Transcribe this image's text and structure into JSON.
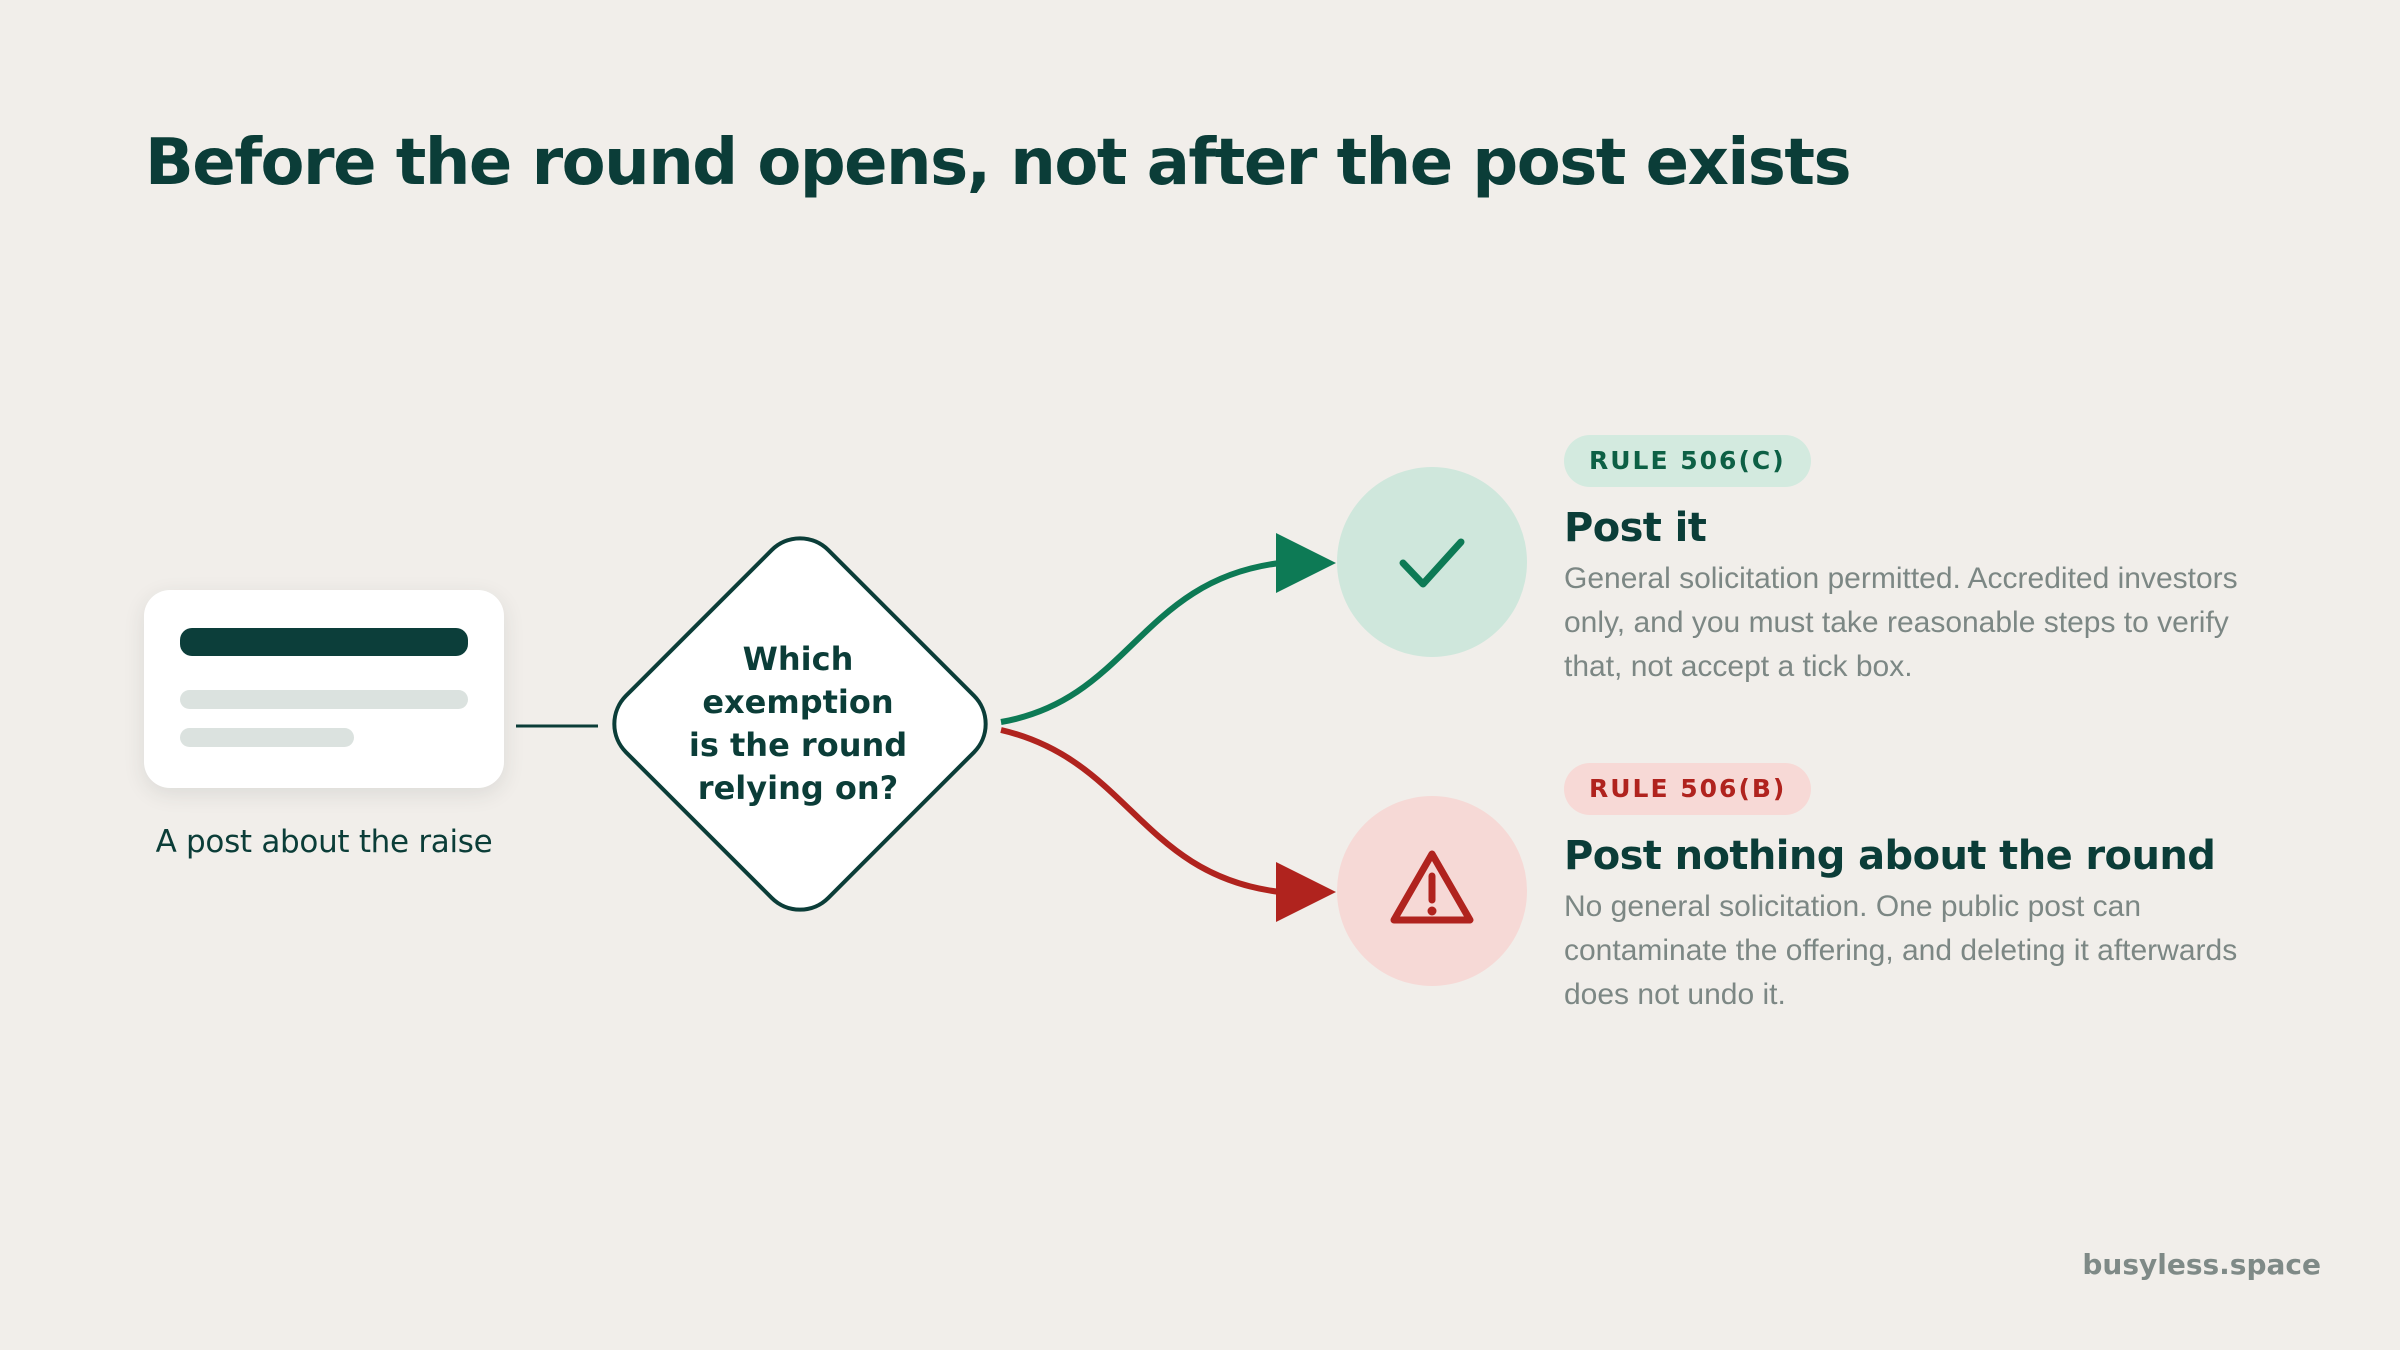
{
  "title": "Before the round opens, not after the post exists",
  "source_node": {
    "caption": "A post about the raise"
  },
  "decision": {
    "question": "Which\nexemption\nis the round\nrelying on?"
  },
  "outcomes": [
    {
      "badge": "RULE 506(C)",
      "title": "Post it",
      "description": "General solicitation permitted. Accredited investors only, and you must take reasonable steps to verify that, not accept a tick box.",
      "icon": "checkmark-icon",
      "color": "#0d7a55"
    },
    {
      "badge": "RULE 506(B)",
      "title": "Post nothing about the round",
      "description": "No general solicitation. One public post can contaminate the offering, and deleting it afterwards does not undo it.",
      "icon": "warning-icon",
      "color": "#b0231e"
    }
  ],
  "brand": "busyless.space"
}
